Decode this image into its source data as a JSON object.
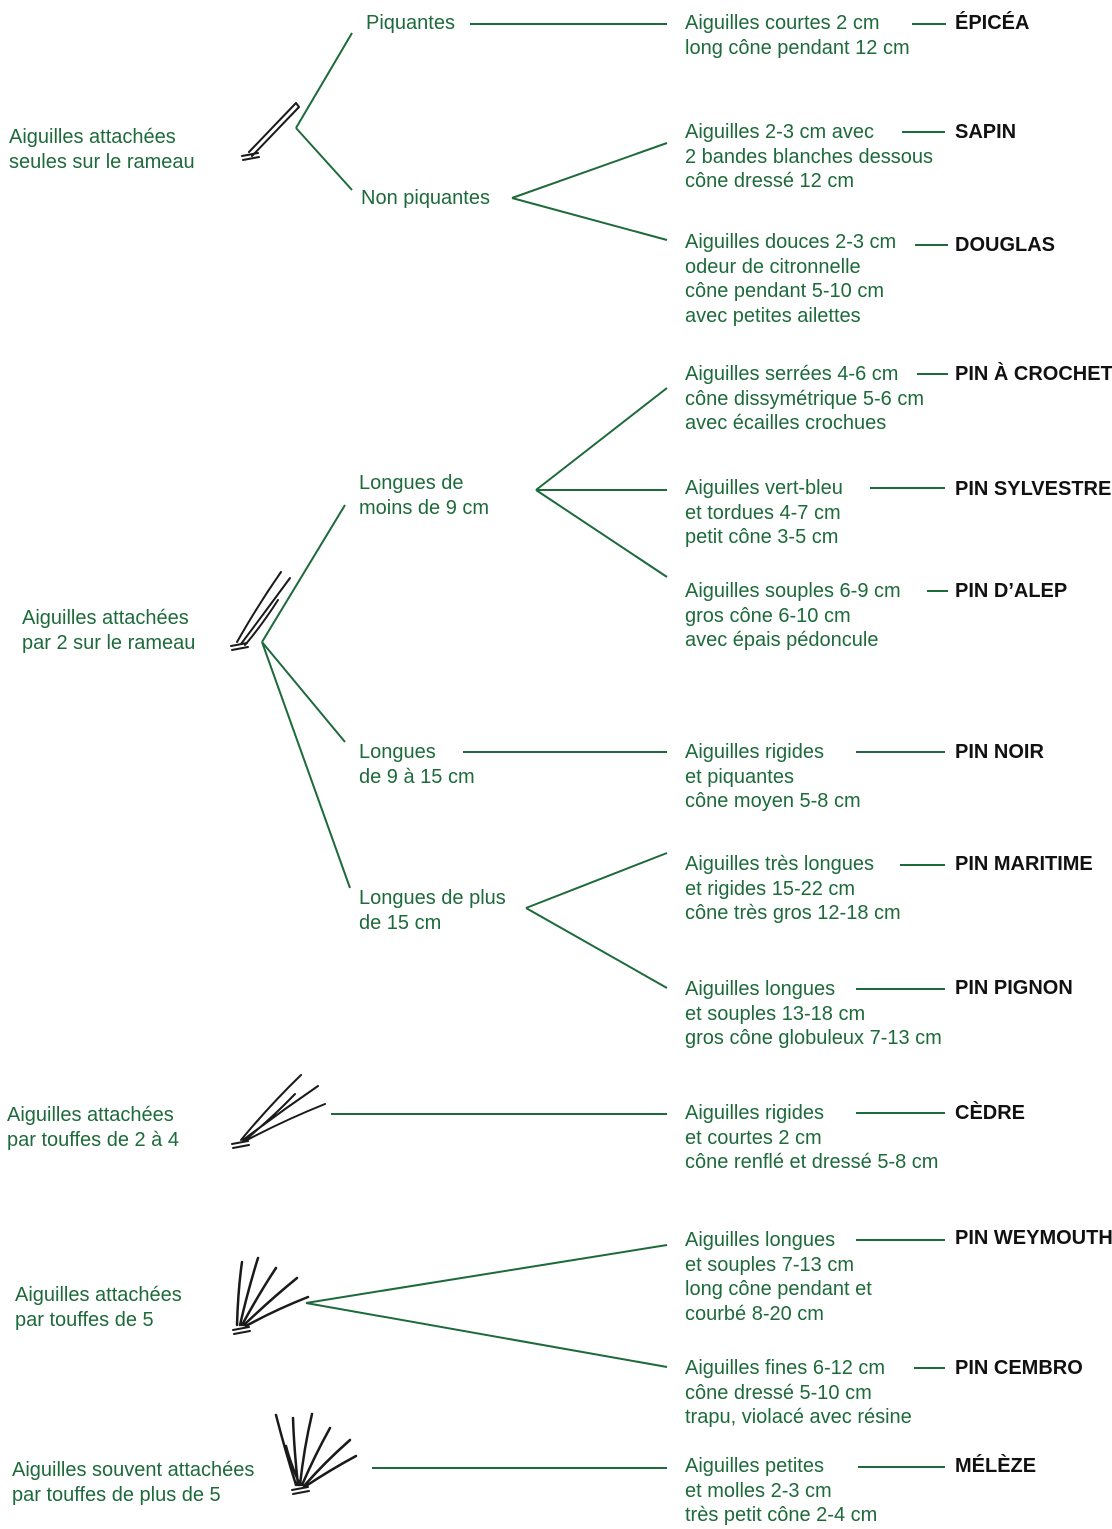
{
  "accent_color": "#1d6a3a",
  "species_color": "#111111",
  "groups": [
    {
      "id": "seules",
      "lines": [
        "Aiguilles attachées",
        "seules sur le rameau"
      ],
      "icon": "single-needle-icon"
    },
    {
      "id": "par2",
      "lines": [
        "Aiguilles attachées",
        "par 2  sur le rameau"
      ],
      "icon": "needle-pair-icon"
    },
    {
      "id": "touffes24",
      "lines": [
        "Aiguilles attachées",
        "par touffes de 2 à 4"
      ],
      "icon": "needle-tuft-small-icon"
    },
    {
      "id": "touffes5",
      "lines": [
        "Aiguilles attachées",
        "par touffes de 5"
      ],
      "icon": "needle-tuft-five-icon"
    },
    {
      "id": "touffes5plus",
      "lines": [
        "Aiguilles souvent attachées",
        "par touffes de plus de 5"
      ],
      "icon": "needle-tuft-many-icon"
    }
  ],
  "branches": [
    {
      "id": "piquantes",
      "lines": [
        "Piquantes"
      ]
    },
    {
      "id": "non_piquantes",
      "lines": [
        "Non piquantes"
      ]
    },
    {
      "id": "moins9",
      "lines": [
        "Longues de",
        "moins de 9 cm"
      ]
    },
    {
      "id": "9a15",
      "lines": [
        "Longues",
        "de 9 à 15 cm"
      ]
    },
    {
      "id": "plus15",
      "lines": [
        "Longues de plus",
        "de 15 cm"
      ]
    }
  ],
  "species": [
    {
      "name": "ÉPICÉA",
      "lines": [
        "Aiguilles courtes 2 cm",
        "long cône pendant 12 cm"
      ]
    },
    {
      "name": "SAPIN",
      "lines": [
        "Aiguilles 2-3 cm avec",
        "2 bandes blanches dessous",
        "cône dressé 12 cm"
      ]
    },
    {
      "name": "DOUGLAS",
      "lines": [
        "Aiguilles douces 2-3 cm",
        "odeur de citronnelle",
        "cône pendant 5-10 cm",
        "avec petites ailettes"
      ]
    },
    {
      "name": "PIN À CROCHETS",
      "lines": [
        "Aiguilles serrées 4-6 cm",
        "cône dissymétrique 5-6 cm",
        "avec écailles crochues"
      ]
    },
    {
      "name": "PIN SYLVESTRE",
      "lines": [
        "Aiguilles vert-bleu",
        "et tordues 4-7 cm",
        "petit cône 3-5 cm"
      ]
    },
    {
      "name": "PIN D’ALEP",
      "lines": [
        "Aiguilles souples 6-9 cm",
        "gros cône 6-10 cm",
        "avec épais pédoncule"
      ]
    },
    {
      "name": "PIN NOIR",
      "lines": [
        "Aiguilles rigides",
        "et piquantes",
        "cône moyen 5-8 cm"
      ]
    },
    {
      "name": "PIN MARITIME",
      "lines": [
        "Aiguilles très longues",
        "et rigides 15-22 cm",
        "cône très gros 12-18 cm"
      ]
    },
    {
      "name": "PIN PIGNON",
      "lines": [
        "Aiguilles longues",
        "et souples 13-18 cm",
        "gros cône globuleux 7-13 cm"
      ]
    },
    {
      "name": "CÈDRE",
      "lines": [
        "Aiguilles rigides",
        "et courtes 2 cm",
        "cône renflé et dressé 5-8 cm"
      ]
    },
    {
      "name": "PIN WEYMOUTH",
      "lines": [
        "Aiguilles longues",
        "et souples 7-13 cm",
        "long cône pendant et",
        "courbé 8-20 cm"
      ]
    },
    {
      "name": "PIN CEMBRO",
      "lines": [
        "Aiguilles fines 6-12 cm",
        "cône dressé 5-10 cm",
        "trapu, violacé avec résine"
      ]
    },
    {
      "name": "MÉLÈZE",
      "lines": [
        "Aiguilles petites",
        "et molles 2-3 cm",
        "très petit cône 2-4 cm"
      ]
    }
  ]
}
